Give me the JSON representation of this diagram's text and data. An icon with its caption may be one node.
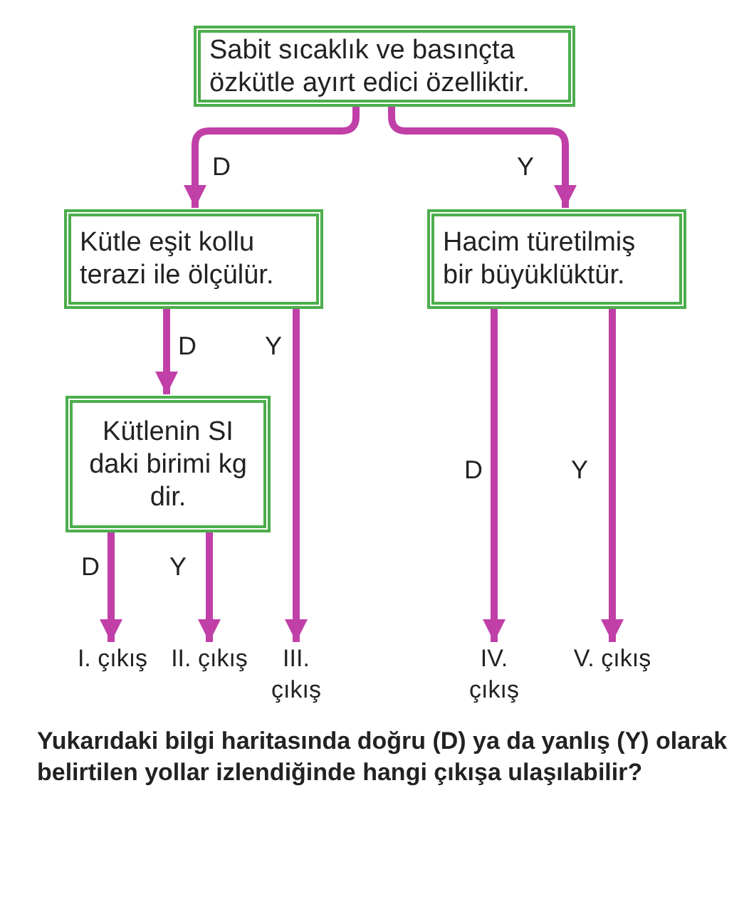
{
  "diagram": {
    "caption": "Yukarıdaki bilgi haritasında doğru (D) ya da yanlış (Y) olarak belirtilen yollar izlendiğinde hangi çıkışa ulaşılabilir?",
    "nodes": [
      {
        "text": [
          "Sabit sıcaklık ve basınçta özkütle ayırt edici özelliktir."
        ]
      },
      {
        "text": [
          "Kütle eşit kollu terazi ile ölçülür."
        ]
      },
      {
        "text": [
          "Hacim türetilmiş bir büyüklüktür."
        ]
      },
      {
        "text": [
          "Kütlenin SI daki birimi kg dir."
        ]
      },
      {
        "text": [
          "I. çıkış"
        ]
      },
      {
        "text": [
          "II. çıkış"
        ]
      },
      {
        "text": [
          "III. çıkış"
        ]
      },
      {
        "text": [
          "IV. çıkış"
        ]
      },
      {
        "text": [
          "V. çıkış"
        ]
      }
    ],
    "edges": [
      {
        "from": 0,
        "to": 1,
        "arrow": "to",
        "label": "D"
      },
      {
        "from": 0,
        "to": 2,
        "arrow": "to",
        "label": "Y"
      },
      {
        "from": 1,
        "to": 3,
        "arrow": "to",
        "label": "D"
      },
      {
        "from": 1,
        "to": 6,
        "arrow": "to",
        "label": "Y"
      },
      {
        "from": 2,
        "to": 7,
        "arrow": "to",
        "label": "D"
      },
      {
        "from": 2,
        "to": 8,
        "arrow": "to",
        "label": "Y"
      },
      {
        "from": 3,
        "to": 4,
        "arrow": "to",
        "label": "D"
      },
      {
        "from": 3,
        "to": 5,
        "arrow": "to",
        "label": "Y"
      }
    ]
  }
}
